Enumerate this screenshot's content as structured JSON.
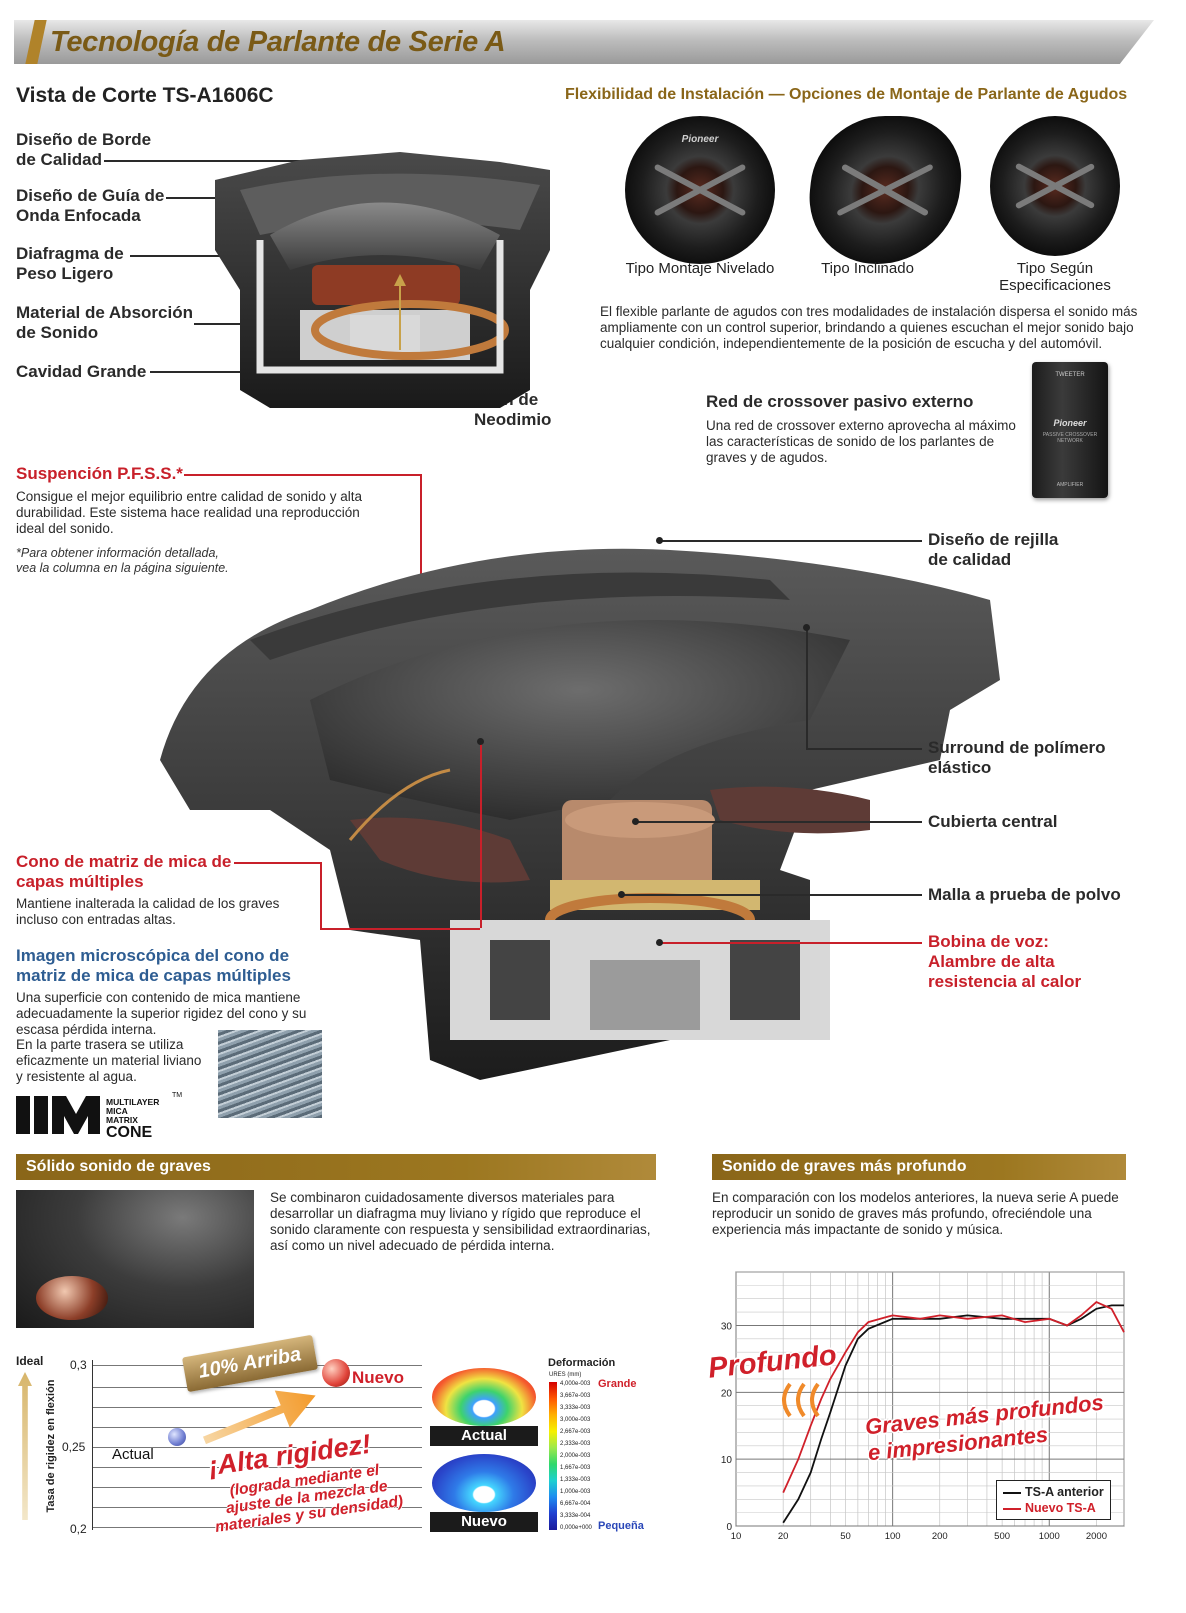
{
  "banner": {
    "title": "Tecnología de Parlante de Serie A"
  },
  "cutaway": {
    "title": "Vista de Corte TS-A1606C",
    "callouts": [
      "Diseño de Borde\nde Calidad",
      "Diseño de Guía de\nOnda Enfocada",
      "Diafragma de\nPeso Ligero",
      "Material de Absorción\nde Sonido",
      "Cavidad Grande"
    ],
    "magnet": "Imán de\nNeodimio"
  },
  "mounting": {
    "title": "Flexibilidad de Instalación — Opciones de Montaje de Parlante de Agudos",
    "brand": "Pioneer",
    "options": [
      "Tipo Montaje Nivelado",
      "Tipo Inclinado",
      "Tipo Según\nEspecificaciones"
    ],
    "description": "El flexible parlante de agudos con tres modalidades de instalación dispersa el sonido más ampliamente con un control superior, brindando a quienes escuchan el mejor sonido bajo cualquier condición, independientemente de la posición de escucha y del automóvil."
  },
  "crossover": {
    "title": "Red de crossover pasivo externo",
    "text": "Una red de crossover externo aprovecha al máximo las características de sonido de los parlantes de graves y de agudos.",
    "box": {
      "top": "TWEETER",
      "brand": "Pioneer",
      "sub": "PASSIVE CROSSOVER NETWORK",
      "bottom": "AMPLIFIER"
    }
  },
  "woofer": {
    "pfss_title": "Suspención P.F.S.S.*",
    "pfss_text": "Consigue el mejor equilibrio entre calidad de sonido y alta durabilidad. Este sistema hace realidad una reproducción ideal del sonido.",
    "pfss_note": "*Para obtener información detallada,\nvea la columna en la página siguiente.",
    "right_callouts": [
      "Diseño de rejilla\nde calidad",
      "Surround de polímero\nelástico",
      "Cubierta central",
      "Malla a prueba de polvo"
    ],
    "voice_coil": "Bobina de voz:\nAlambre de alta\nresistencia al calor",
    "cone_title": "Cono de matriz de mica de\ncapas múltiples",
    "cone_text": "Mantiene inalterada la calidad de los graves incluso con entradas altas.",
    "micro_title": "Imagen microscópica del cono de\nmatriz de mica de capas múltiples",
    "micro_text_1": "Una superficie con contenido de mica mantiene adecuadamente la superior rigidez del cono y su escasa pérdida interna.",
    "micro_text_2": "En la parte trasera se utiliza eficazmente un material liviano y resistente al agua.",
    "logo_lines": [
      "MULTILAYER",
      "MICA",
      "MATRIX",
      "CONE"
    ],
    "logo_tm": "TM"
  },
  "solid_bass": {
    "title": "Sólido sonido de graves",
    "text": "Se combinaron cuidadosamente diversos materiales para desarrollar un diafragma muy liviano y rígido que reproduce el sonido claramente con respuesta y sensibilidad extraordinarias, así como un nivel adecuado de pérdida interna."
  },
  "rigidity_chart": {
    "ideal": "Ideal",
    "ylabel": "Tasa de rigidez en flexión",
    "yticks": [
      "0,3",
      "0,25",
      "0,2"
    ],
    "badge": "10% Arriba",
    "current": "Actual",
    "new": "Nuevo",
    "headline": "¡Alta rigidez!",
    "subline": "(lograda mediante el\najuste de la mezcla de\nmateriales y su densidad)",
    "chart_data": {
      "type": "scatter",
      "ylim": [
        0.2,
        0.3
      ],
      "points": [
        {
          "name": "Actual",
          "y": 0.255
        },
        {
          "name": "Nuevo",
          "y": 0.295
        }
      ]
    }
  },
  "deformation": {
    "title": "Deformación",
    "unit": "URES (mm)",
    "big": "Grande",
    "small": "Pequeña",
    "scale": [
      "4,000e-003",
      "3,667e-003",
      "3,333e-003",
      "3,000e-003",
      "2,667e-003",
      "2,333e-003",
      "2,000e-003",
      "1,667e-003",
      "1,333e-003",
      "1,000e-003",
      "6,667e-004",
      "3,333e-004",
      "0,000e+000"
    ],
    "labels": [
      "Actual",
      "Nuevo"
    ]
  },
  "deep_bass": {
    "title": "Sonido de graves más profundo",
    "text": "En comparación con los modelos anteriores, la nueva serie A puede reproducir un sonido de graves más profundo, ofreciéndole una experiencia más impactante de sonido y música.",
    "callout": "Profundo",
    "slogan": "Graves más profundos\ne impresionantes",
    "legend": [
      "TS-A anterior",
      "Nuevo TS-A"
    ],
    "colors": {
      "old": "#111111",
      "new": "#d0202a"
    },
    "yticks": [
      "30",
      "20",
      "10",
      "0"
    ],
    "xticks": [
      "10",
      "20",
      "50",
      "100",
      "200",
      "500",
      "1000",
      "2000"
    ],
    "chart_data": {
      "type": "line",
      "x_scale": "log",
      "xlim": [
        10,
        3000
      ],
      "ylim": [
        0,
        38
      ],
      "series": [
        {
          "name": "TS-A anterior",
          "x": [
            20,
            25,
            30,
            35,
            40,
            50,
            60,
            70,
            100,
            150,
            200,
            300,
            500,
            700,
            1000,
            1300,
            1600,
            2000,
            2500,
            3000
          ],
          "y": [
            0.5,
            4,
            8,
            13,
            17,
            24,
            28,
            29.5,
            31,
            31,
            31,
            31.5,
            31,
            31,
            31,
            30,
            31,
            32.5,
            33,
            33
          ]
        },
        {
          "name": "Nuevo TS-A",
          "x": [
            20,
            25,
            30,
            35,
            40,
            50,
            60,
            70,
            100,
            150,
            200,
            300,
            500,
            700,
            1000,
            1300,
            1600,
            2000,
            2500,
            3000
          ],
          "y": [
            5,
            10,
            15,
            19,
            22,
            26,
            29,
            30.5,
            31.5,
            31,
            31.5,
            31,
            31.5,
            30.5,
            31,
            30,
            31.5,
            33.5,
            32.5,
            29
          ]
        }
      ]
    }
  }
}
